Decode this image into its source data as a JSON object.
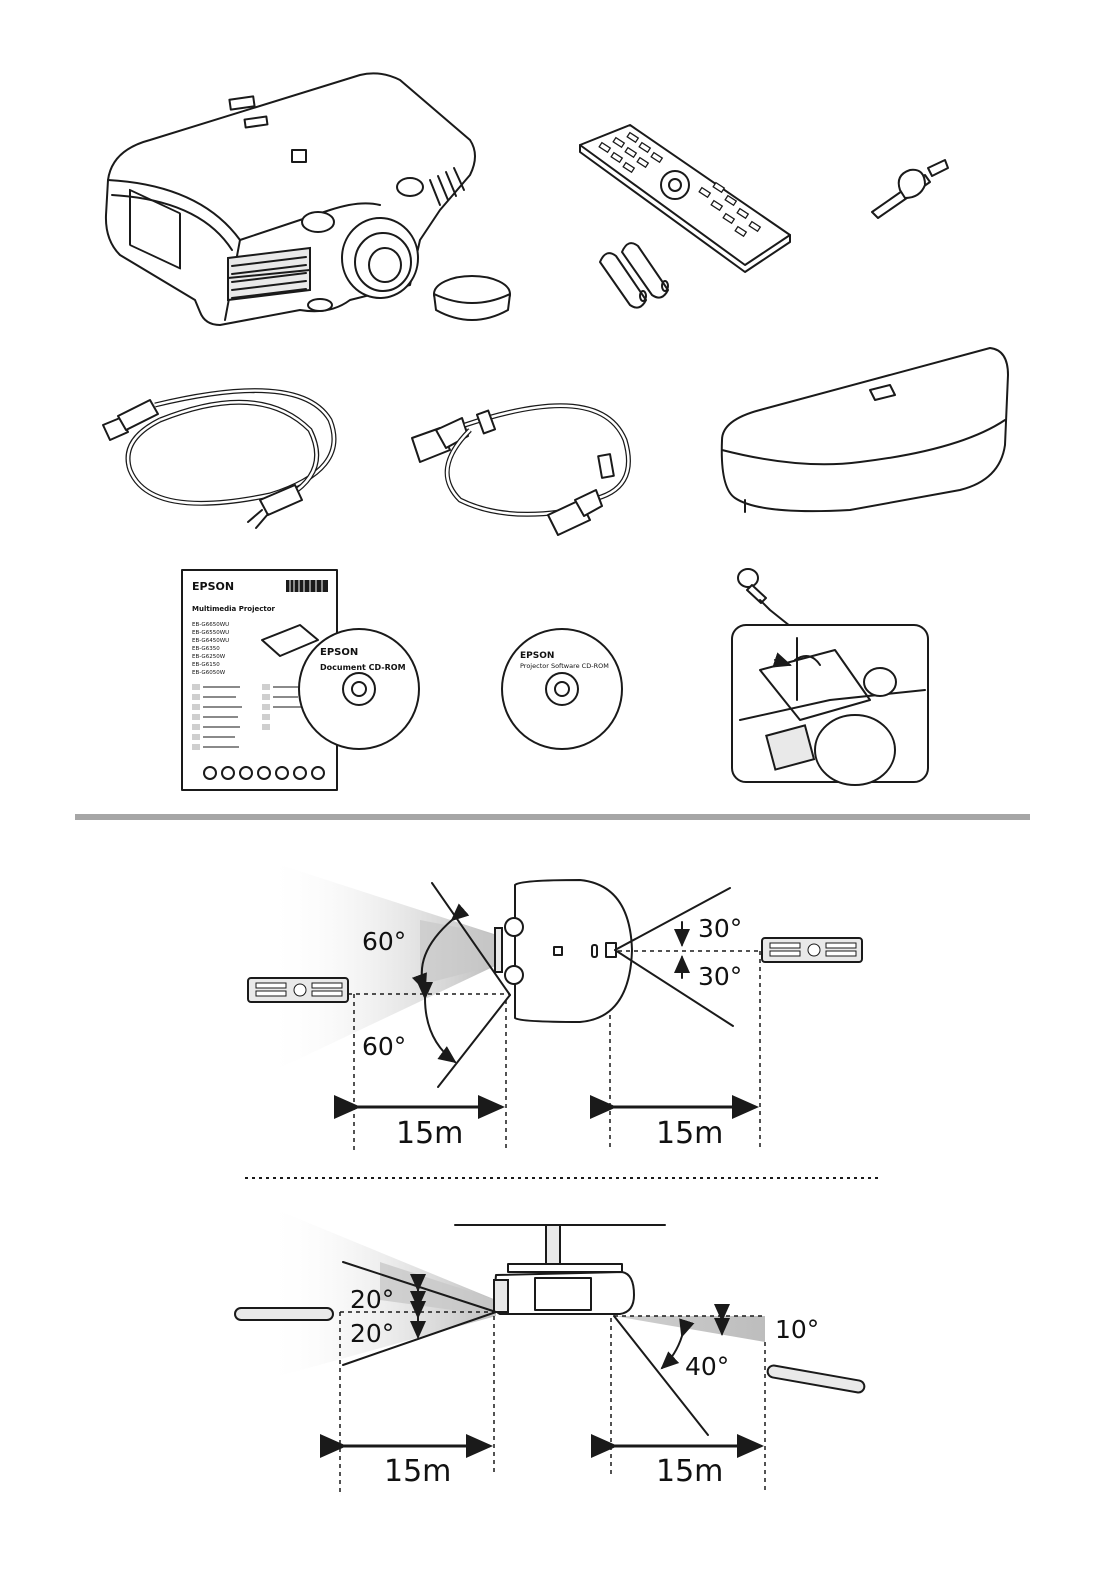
{
  "accessories": {
    "manual": {
      "brand": "EPSON",
      "title": "Multimedia Projector",
      "models": [
        "EB-G6650WU",
        "EB-G6550WU",
        "EB-G6450WU",
        "EB-G6350",
        "EB-G6250W",
        "EB-G6150",
        "EB-G6050W"
      ]
    },
    "document_cd": {
      "brand": "EPSON",
      "label": "Document CD-ROM"
    },
    "software_cd": {
      "brand": "EPSON",
      "label": "Projector Software CD-ROM"
    }
  },
  "remote_range": {
    "top_view": {
      "front_angle_up": "60°",
      "front_angle_down": "60°",
      "rear_angle_up": "30°",
      "rear_angle_down": "30°",
      "front_distance": "15m",
      "rear_distance": "15m"
    },
    "side_view": {
      "front_angle_up": "20°",
      "front_angle_down": "20°",
      "rear_angle_up": "10°",
      "rear_angle_down": "40°",
      "front_distance": "15m",
      "rear_distance": "15m"
    }
  },
  "colors": {
    "separator": "#a6a6a6",
    "line": "#1a1a1a",
    "beam": "#c8c8c8"
  }
}
